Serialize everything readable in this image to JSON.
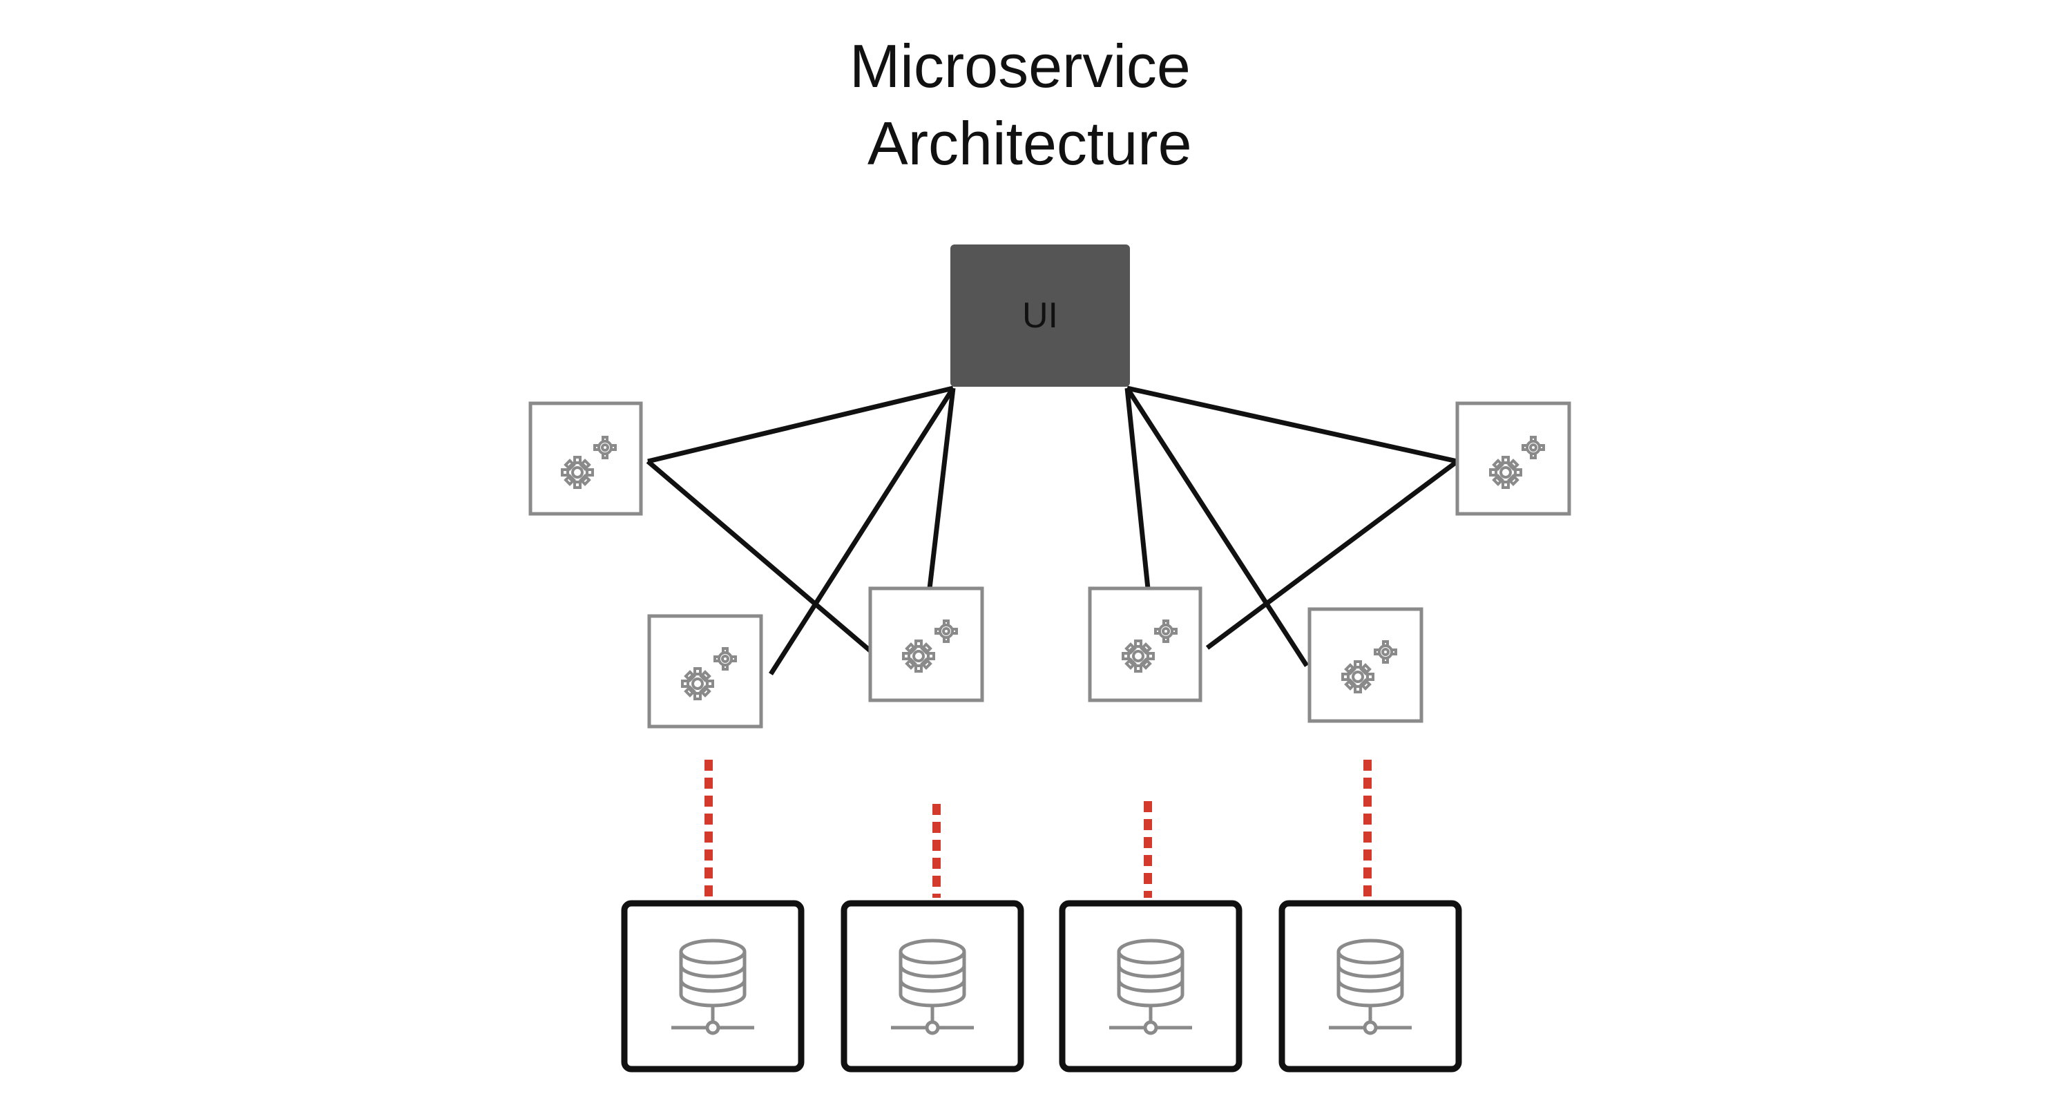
{
  "title": {
    "line1": "Microservice",
    "line2": "Architecture"
  },
  "ui_node": {
    "label": "UI",
    "icon": "none",
    "color": "#555555"
  },
  "services": [
    {
      "id": "svc-1",
      "icon": "gears-icon"
    },
    {
      "id": "svc-2",
      "icon": "gears-icon"
    },
    {
      "id": "svc-3",
      "icon": "gears-icon"
    },
    {
      "id": "svc-4",
      "icon": "gears-icon"
    },
    {
      "id": "svc-5",
      "icon": "gears-icon"
    },
    {
      "id": "svc-6",
      "icon": "gears-icon"
    }
  ],
  "databases": [
    {
      "id": "db-1",
      "icon": "database-server-icon"
    },
    {
      "id": "db-2",
      "icon": "database-server-icon"
    },
    {
      "id": "db-3",
      "icon": "database-server-icon"
    },
    {
      "id": "db-4",
      "icon": "database-server-icon"
    }
  ],
  "colors": {
    "connector": "#111111",
    "db_link": "#d33a2c",
    "service_border": "#8a8a8a"
  }
}
